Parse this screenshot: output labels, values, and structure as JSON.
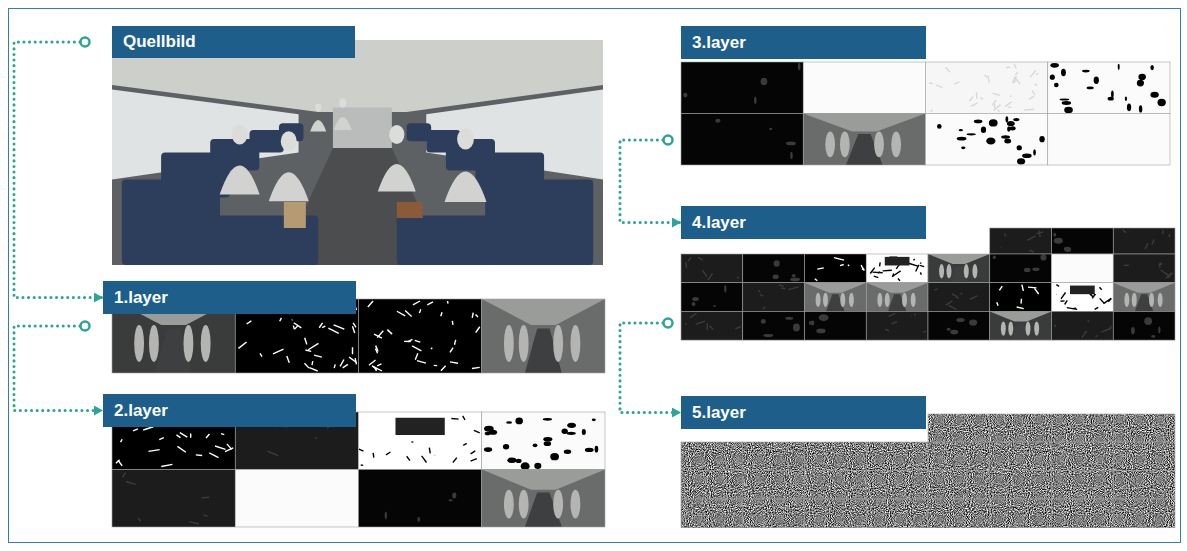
{
  "diagram": {
    "nodes": [
      {
        "text": [
          "Quellbild"
        ]
      },
      {
        "text": [
          "1.layer"
        ]
      },
      {
        "text": [
          "2.layer"
        ]
      },
      {
        "text": [
          "3.layer"
        ]
      },
      {
        "text": [
          "4.layer"
        ]
      },
      {
        "text": [
          "5.layer"
        ]
      }
    ],
    "edges": [
      {
        "from": 0,
        "to": 1,
        "arrow": "to"
      },
      {
        "from": 1,
        "to": 2,
        "arrow": "to"
      },
      {
        "from": 3,
        "to": 4,
        "arrow": "to"
      },
      {
        "from": 4,
        "to": 5,
        "arrow": "to"
      }
    ]
  }
}
